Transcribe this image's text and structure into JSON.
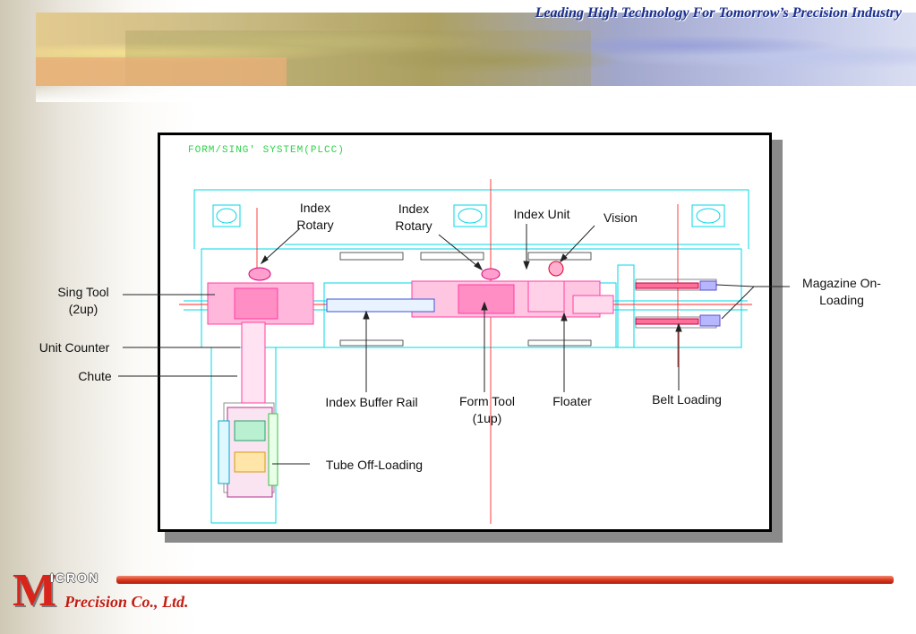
{
  "header": {
    "tagline": "Leading High Technology For Tomorrow’s Precision Industry"
  },
  "drawing": {
    "title": "FORM/SING' SYSTEM(PLCC)",
    "labels": {
      "index_rotary_left": "Index Rotary",
      "index_rotary_center": "Index Rotary",
      "index_unit": "Index Unit",
      "vision": "Vision",
      "magazine_on_loading": "Magazine On-Loading",
      "sing_tool": "Sing Tool (2up)",
      "unit_counter": "Unit Counter",
      "chute": "Chute",
      "index_buffer_rail": "Index Buffer Rail",
      "form_tool": "Form Tool (1up)",
      "floater": "Floater",
      "belt_loading": "Belt Loading",
      "tube_off_loading": "Tube Off-Loading"
    },
    "colors": {
      "outline": "#00d7e6",
      "centerline": "#ff2a2a",
      "machine": "#ff3fa0",
      "title": "#2fd14a"
    }
  },
  "footer": {
    "logo_letter": "M",
    "logo_word": "ICRON",
    "company": "Precision Co., Ltd.",
    "bar_color": "#d9341a"
  }
}
